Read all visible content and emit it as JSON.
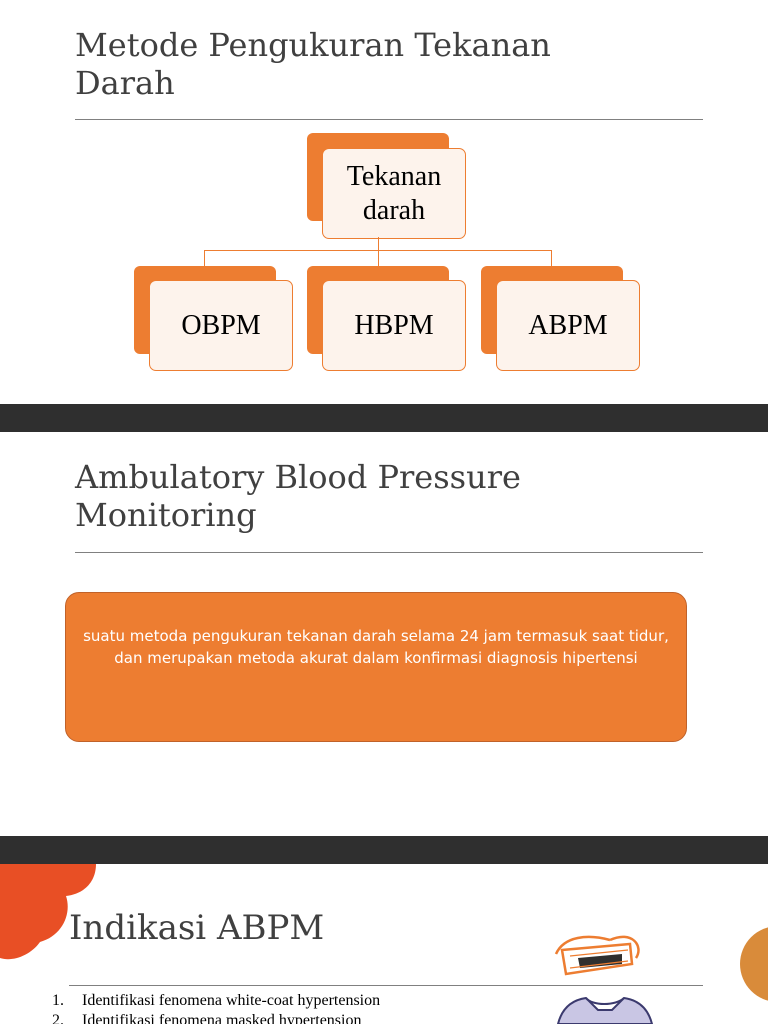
{
  "slide1": {
    "title": "Metode Pengukuran Tekanan Darah",
    "diagram": {
      "root": "Tekanan darah",
      "children": [
        "OBPM",
        "HBPM",
        "ABPM"
      ]
    }
  },
  "slide2": {
    "title": "Ambulatory Blood Pressure Monitoring",
    "description": "suatu metoda pengukuran tekanan darah selama 24 jam termasuk saat tidur, dan merupakan metoda akurat dalam konfirmasi diagnosis hipertensi"
  },
  "slide3": {
    "title": "Indikasi ABPM",
    "items": [
      {
        "number": "1.",
        "text": "Identifikasi fenomena white-coat hypertension"
      },
      {
        "number": "2.",
        "text": "Identifikasi fenomena masked hypertension"
      }
    ]
  },
  "colors": {
    "accent": "#ED7D31",
    "separator": "#2f2f2f",
    "title_text": "#404040"
  }
}
